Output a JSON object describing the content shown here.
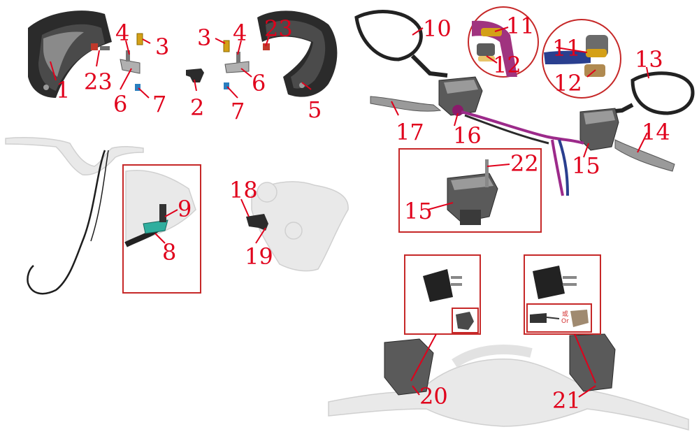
{
  "callouts": [
    {
      "id": "c1",
      "label": "1"
    },
    {
      "id": "c23a",
      "label": "23"
    },
    {
      "id": "c4a",
      "label": "4"
    },
    {
      "id": "c3a",
      "label": "3"
    },
    {
      "id": "c6a",
      "label": "6"
    },
    {
      "id": "c7a",
      "label": "7"
    },
    {
      "id": "c2",
      "label": "2"
    },
    {
      "id": "c3b",
      "label": "3"
    },
    {
      "id": "c4b",
      "label": "4"
    },
    {
      "id": "c23b",
      "label": "23"
    },
    {
      "id": "c6b",
      "label": "6"
    },
    {
      "id": "c7b",
      "label": "7"
    },
    {
      "id": "c5",
      "label": "5"
    },
    {
      "id": "c10",
      "label": "10"
    },
    {
      "id": "c11a",
      "label": "11"
    },
    {
      "id": "c12a",
      "label": "12"
    },
    {
      "id": "c11b",
      "label": "11"
    },
    {
      "id": "c12b",
      "label": "12"
    },
    {
      "id": "c13",
      "label": "13"
    },
    {
      "id": "c17",
      "label": "17"
    },
    {
      "id": "c16",
      "label": "16"
    },
    {
      "id": "c14",
      "label": "14"
    },
    {
      "id": "c15a",
      "label": "15"
    },
    {
      "id": "c22",
      "label": "22"
    },
    {
      "id": "c15b",
      "label": "15"
    },
    {
      "id": "c9",
      "label": "9"
    },
    {
      "id": "c8",
      "label": "8"
    },
    {
      "id": "c18",
      "label": "18"
    },
    {
      "id": "c19",
      "label": "19"
    },
    {
      "id": "c20",
      "label": "20"
    },
    {
      "id": "c21",
      "label": "21"
    }
  ],
  "notes": {
    "or_cn": "或",
    "or_en": "Or"
  },
  "colors": {
    "callout": "#e0001b",
    "frame": "#c62828",
    "hose_purple": "#9c2a8a",
    "hose_blue": "#2a3f8f",
    "fitting_gold": "#d4a017"
  }
}
